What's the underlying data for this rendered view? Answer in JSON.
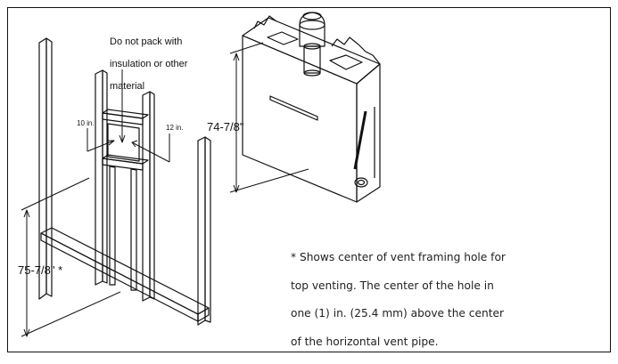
{
  "diagram": {
    "callout_text": "Do not pack with insulation or other material",
    "callout_lines": [
      "Do not pack with",
      "insulation or other",
      "material"
    ],
    "label_10in": "10 in.",
    "label_12in": "12 in.",
    "dim_unit_height": "74-7/8\"",
    "dim_framing_height": "75-7/8\" *",
    "footnote": "* Shows center of vent framing hole for top venting.  The center of the hole in one (1) in. (25.4 mm) above the center of the horizontal vent pipe.",
    "footnote_lines": [
      "* Shows center of vent framing hole for",
      "top venting.  The center of the hole in",
      "one (1) in. (25.4 mm) above the center",
      "of the horizontal vent pipe."
    ]
  }
}
